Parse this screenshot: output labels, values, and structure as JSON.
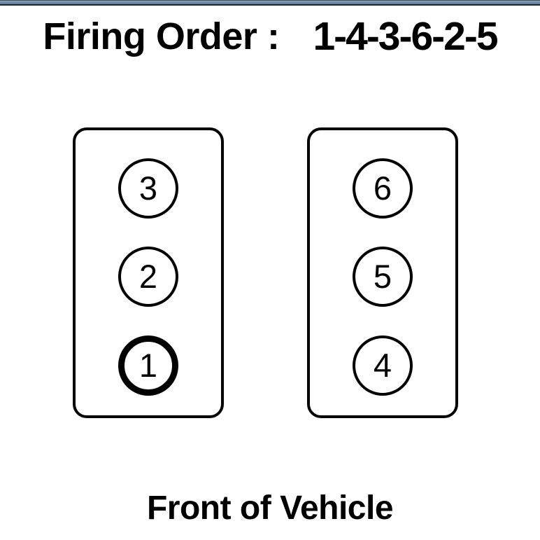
{
  "diagram": {
    "title_label": "Firing Order :",
    "firing_sequence": "1-4-3-6-2-5",
    "caption": "Front of Vehicle",
    "colors": {
      "stroke": "#000000",
      "background": "#ffffff",
      "topbar": "#6f89a5"
    },
    "banks": [
      {
        "side": "left",
        "name": "left-cylinder-bank",
        "cylinders": [
          {
            "number": "3",
            "highlighted": false
          },
          {
            "number": "2",
            "highlighted": false
          },
          {
            "number": "1",
            "highlighted": true
          }
        ]
      },
      {
        "side": "right",
        "name": "right-cylinder-bank",
        "cylinders": [
          {
            "number": "6",
            "highlighted": false
          },
          {
            "number": "5",
            "highlighted": false
          },
          {
            "number": "4",
            "highlighted": false
          }
        ]
      }
    ]
  }
}
